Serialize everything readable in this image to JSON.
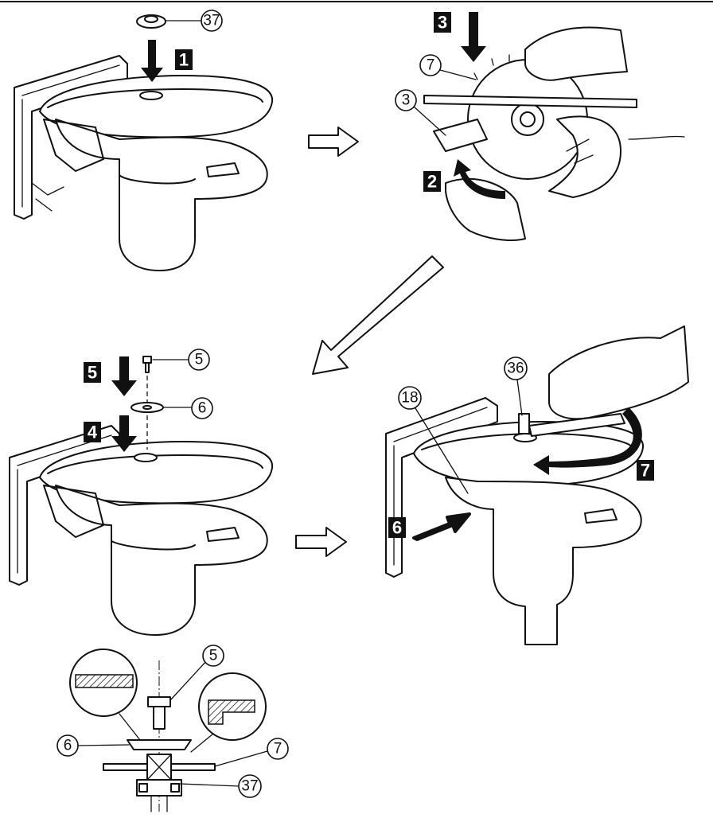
{
  "panels": {
    "p1": {
      "steps": [
        "1"
      ],
      "callouts": [
        "37"
      ]
    },
    "p2": {
      "steps": [
        "3",
        "2"
      ],
      "callouts": [
        "7",
        "3"
      ]
    },
    "p3": {
      "steps": [
        "5",
        "4"
      ],
      "callouts": [
        "5",
        "6"
      ]
    },
    "p4": {
      "steps": [
        "6",
        "7"
      ],
      "callouts": [
        "36",
        "18"
      ]
    },
    "detail": {
      "callouts": [
        "5",
        "6",
        "7",
        "37"
      ]
    }
  }
}
